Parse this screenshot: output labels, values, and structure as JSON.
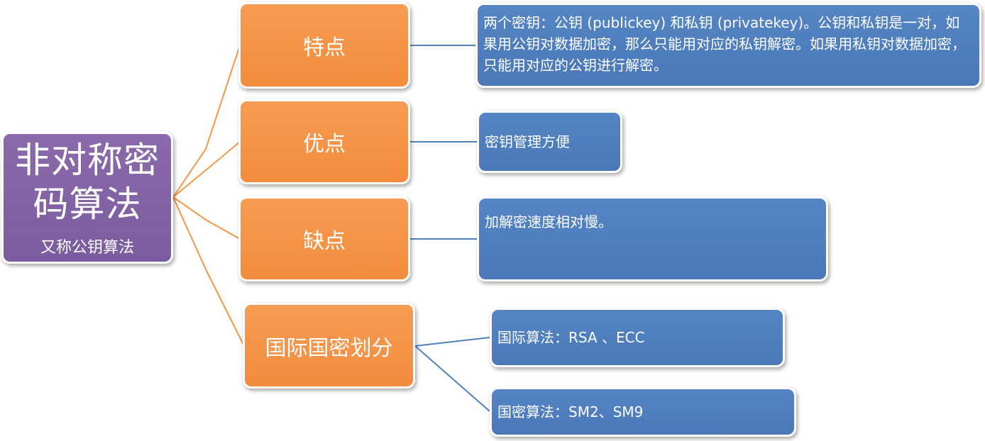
{
  "root": {
    "title": "非对称密码算法",
    "subtitle": "又称公钥算法"
  },
  "categories": [
    {
      "label": "特点"
    },
    {
      "label": "优点"
    },
    {
      "label": "缺点"
    },
    {
      "label": "国际国密划分"
    }
  ],
  "details": [
    {
      "text": "两个密钥：公钥 (publickey) 和私钥 (privatekey)。公钥和私钥是一对，如果用公钥对数据加密，那么只能用对应的私钥解密。如果用私钥对数据加密，只能用对应的公钥进行解密。"
    },
    {
      "text": "密钥管理方便"
    },
    {
      "text": "加解密速度相对慢。"
    },
    {
      "text": "国际算法：RSA 、ECC"
    },
    {
      "text": "国密算法：SM2、SM9"
    }
  ],
  "colors": {
    "root_fill": "#8064a2",
    "category_fill": "#f79646",
    "detail_fill": "#4f81bd",
    "root_connector": "#f79646",
    "detail_connector": "#4f81bd"
  }
}
